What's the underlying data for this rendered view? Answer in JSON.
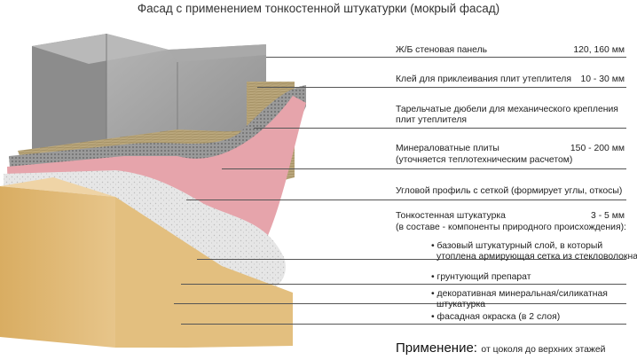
{
  "title": "Фасад с применением тонкостенной штукатурки (мокрый фасад)",
  "layers": [
    {
      "label": "Ж/Б стеновая панель",
      "value": "120, 160 мм"
    },
    {
      "label": "Клей для приклеивания плит утеплителя",
      "value": "10 - 30 мм"
    },
    {
      "label": "Тарельчатые дюбели для механического крепления",
      "label2": "плит утеплителя",
      "value": ""
    },
    {
      "label": "Минераловатные плиты",
      "label2": "(уточняется теплотехническим расчетом)",
      "value": "150 - 200 мм"
    },
    {
      "label": "Угловой профиль с сеткой (формирует углы, откосы)",
      "value": ""
    },
    {
      "label": "Тонкостенная штукатурка",
      "label2": "(в составе - компоненты природного происхождения):",
      "value": "3 - 5 мм"
    }
  ],
  "sublayers": [
    {
      "label": "• базовый штукатурный слой, в который",
      "label2": "утоплена армирующая сетка из стекловолокна"
    },
    {
      "label": "• грунтующий препарат"
    },
    {
      "label": "• декоративная минеральная/силикатная",
      "label2": "штукатурка"
    },
    {
      "label": "• фасадная окраска (в 2 слоя)"
    }
  ],
  "application": {
    "label": "Применение:",
    "value": "от цоколя до верхних этажей"
  },
  "colors": {
    "concrete": "#9b9b9b",
    "insulation": "#b7a47a",
    "mesh": "#8f8f8f",
    "primer_pink": "#e7a7ad",
    "plaster_white": "#ececec",
    "finish_render": "#dcb36e",
    "leader_line": "#555555"
  }
}
